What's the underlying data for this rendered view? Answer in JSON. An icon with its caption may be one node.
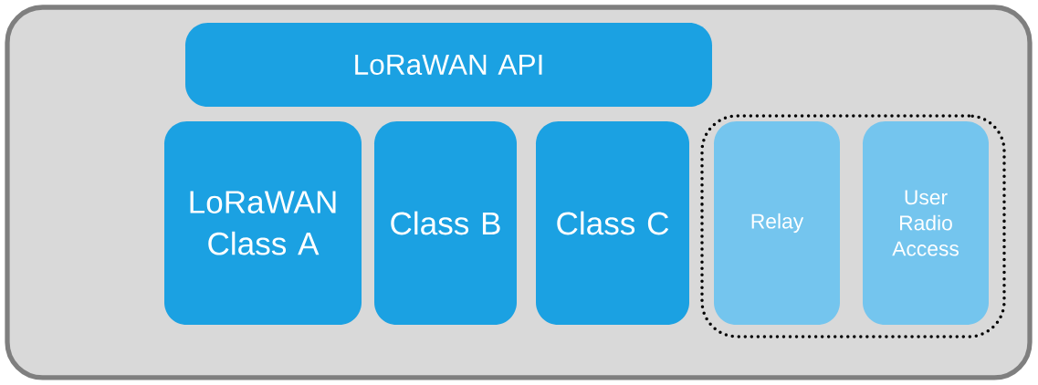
{
  "diagram": {
    "nodes": [
      {
        "text": [],
        "shape": "box"
      },
      {
        "text": [
          "LoRaWAN API"
        ],
        "in": 0
      },
      {
        "text": [
          "LoRaWAN Class A"
        ],
        "in": 0
      },
      {
        "text": [
          "Class B"
        ],
        "in": 0
      },
      {
        "text": [
          "Class C"
        ],
        "in": 0
      },
      {
        "text": [],
        "shape": "box",
        "in": 0
      },
      {
        "text": [
          "Relay"
        ],
        "in": 5
      },
      {
        "text": [
          "User Radio Access"
        ],
        "in": 5
      }
    ]
  }
}
